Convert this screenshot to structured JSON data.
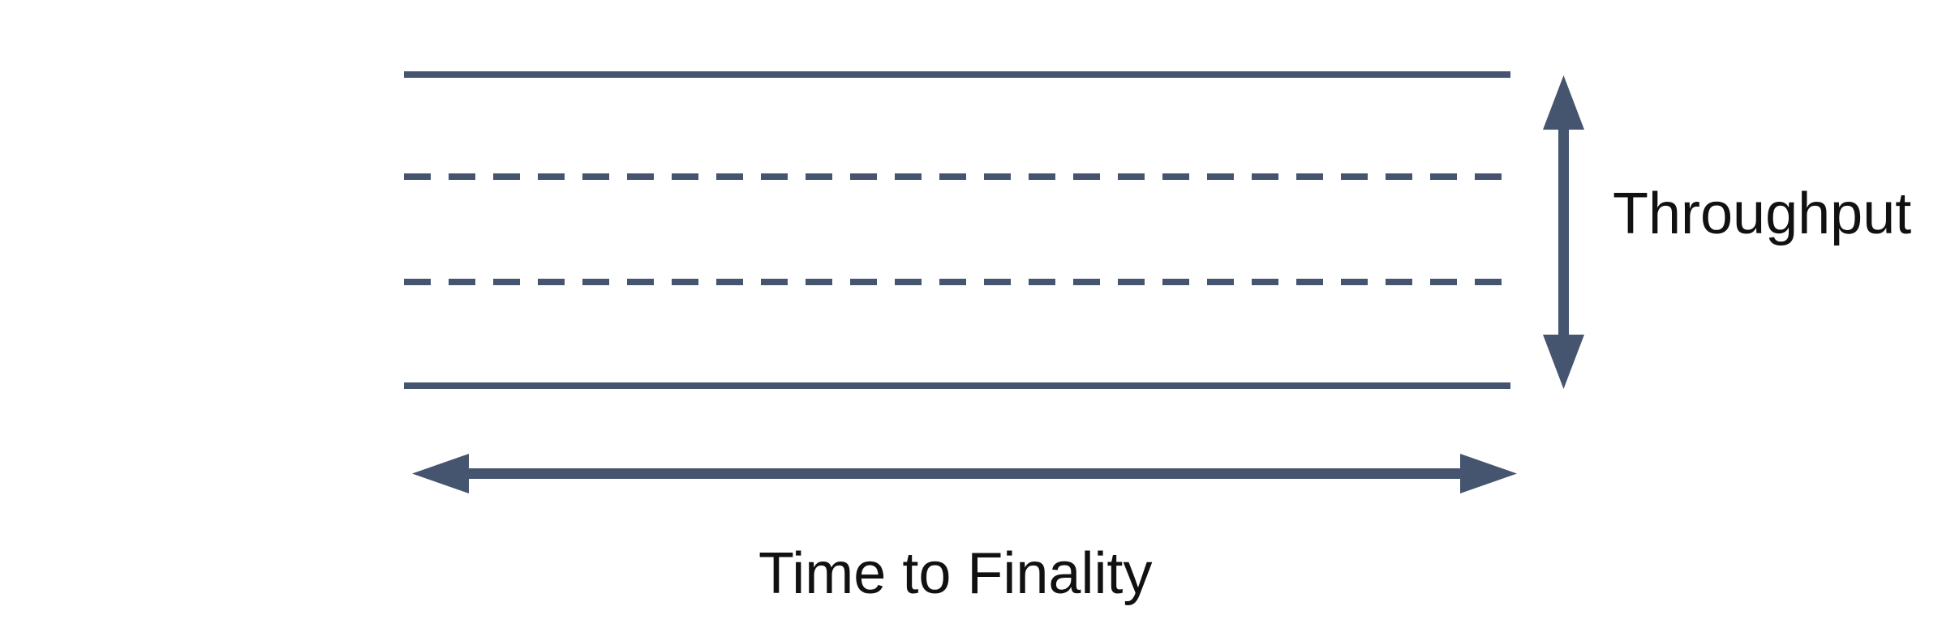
{
  "diagram": {
    "type": "annotated-axes-band",
    "title": "",
    "background_color": "#ffffff",
    "stroke_color": "#455570",
    "text_color": "#111111",
    "labels": {
      "vertical_axis": "Throughput",
      "horizontal_axis": "Time to Finality"
    },
    "lanes": [
      {
        "name": "top-boundary-line",
        "style": "solid",
        "y": 92,
        "x_start": 498,
        "x_end": 1862,
        "thickness": 8
      },
      {
        "name": "upper-divider-line",
        "style": "dashed",
        "y": 218,
        "x_start": 498,
        "x_end": 1862,
        "thickness": 8,
        "dash": 33,
        "gap": 22
      },
      {
        "name": "lower-divider-line",
        "style": "dashed",
        "y": 348,
        "x_start": 498,
        "x_end": 1862,
        "thickness": 8,
        "dash": 33,
        "gap": 22
      },
      {
        "name": "bottom-boundary-line",
        "style": "solid",
        "y": 476,
        "x_start": 498,
        "x_end": 1862,
        "thickness": 8
      }
    ],
    "arrows": [
      {
        "name": "throughput-arrow",
        "orientation": "vertical",
        "double_headed": true,
        "x": 1927,
        "y_start": 93,
        "y_end": 480,
        "shaft_thickness": 13,
        "head_width": 50,
        "head_length": 67
      },
      {
        "name": "time-to-finality-arrow",
        "orientation": "horizontal",
        "double_headed": true,
        "y": 584,
        "x_start": 508,
        "x_end": 1870,
        "shaft_thickness": 13,
        "head_width": 48,
        "head_length": 70
      }
    ]
  },
  "chart_data": {
    "type": "diagram",
    "title": "",
    "xlabel": "Time to Finality",
    "ylabel": "Throughput",
    "grid": false,
    "legend": null,
    "annotations": [
      "Throughput",
      "Time to Finality"
    ],
    "series": [
      {
        "name": "top-boundary-line",
        "style": "solid",
        "y": 92
      },
      {
        "name": "upper-divider-line",
        "style": "dashed",
        "y": 218
      },
      {
        "name": "lower-divider-line",
        "style": "dashed",
        "y": 348
      },
      {
        "name": "bottom-boundary-line",
        "style": "solid",
        "y": 476
      }
    ]
  }
}
